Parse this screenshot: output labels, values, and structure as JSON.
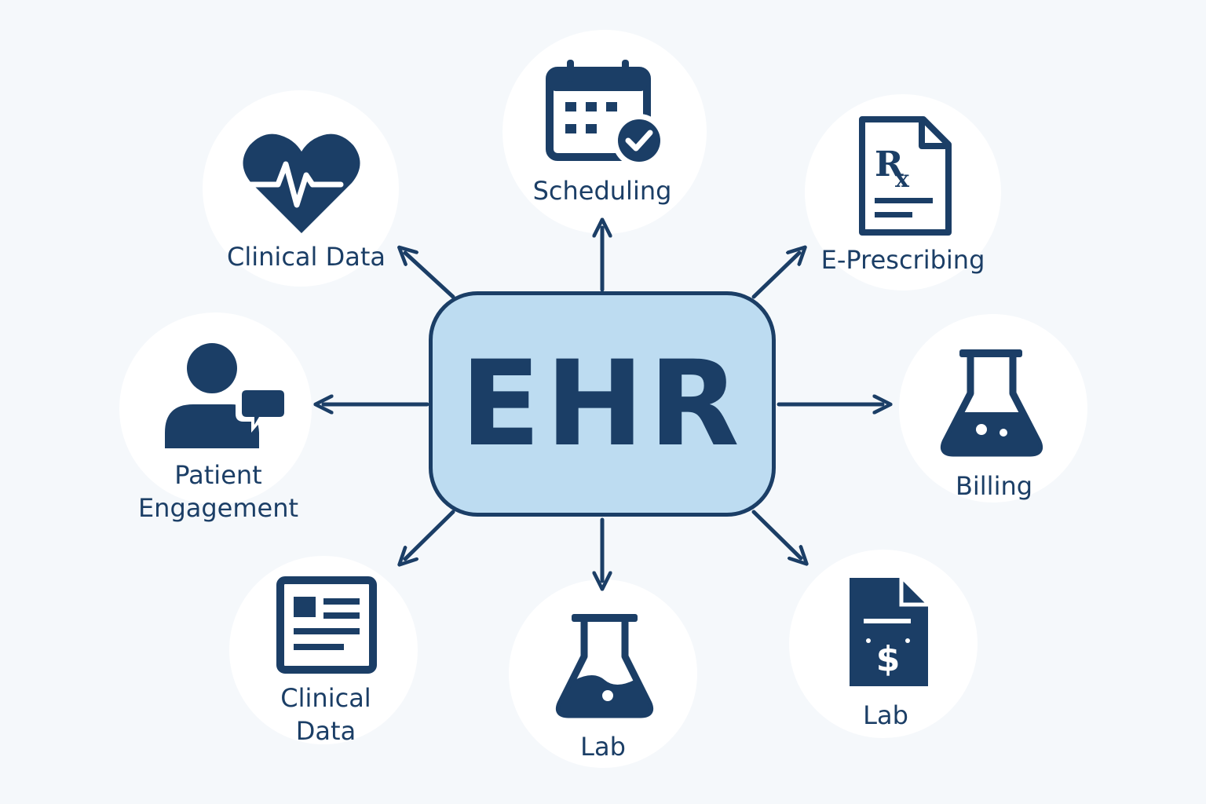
{
  "hub": {
    "title": "EHR"
  },
  "colors": {
    "primary": "#1b3e66",
    "hub_fill": "#bddcf1",
    "background": "#f5f8fb",
    "node_fill": "#ffffff"
  },
  "nodes": [
    {
      "id": "scheduling",
      "label": "Scheduling",
      "icon": "calendar-check-icon"
    },
    {
      "id": "e-prescribing",
      "label": "E-Prescribing",
      "icon": "prescription-document-icon"
    },
    {
      "id": "billing",
      "label": "Billing",
      "icon": "lab-flask-icon"
    },
    {
      "id": "lab-right",
      "label": "Lab",
      "icon": "invoice-dollar-icon"
    },
    {
      "id": "lab-bottom",
      "label": "Lab",
      "icon": "lab-flask-icon"
    },
    {
      "id": "clinical-data-bottom",
      "label": "Clinical\nData",
      "icon": "document-card-icon"
    },
    {
      "id": "patient-engagement",
      "label": "Patient\nEngagement",
      "icon": "patient-chat-icon"
    },
    {
      "id": "clinical-data-top",
      "label": "Clinical Data",
      "icon": "heart-pulse-icon"
    }
  ]
}
